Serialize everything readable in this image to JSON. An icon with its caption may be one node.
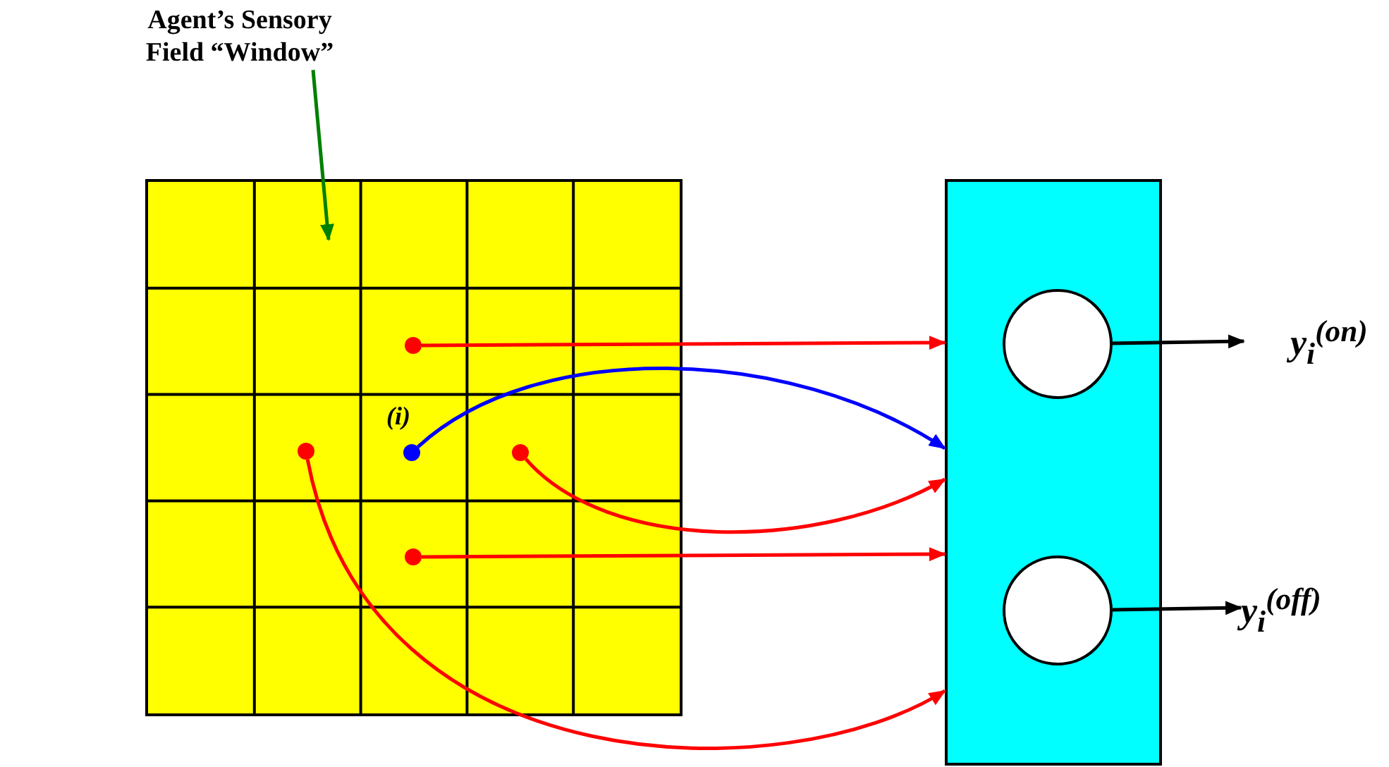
{
  "diagram": {
    "nodes": [
      {
        "text": [
          "Agent’s Sensory Field “Window”"
        ]
      },
      {
        "text": [],
        "shape": "box"
      },
      {
        "text": [],
        "shape": "circle",
        "in": 1
      },
      {
        "text": [],
        "shape": "circle",
        "in": 1
      },
      {
        "text": [],
        "shape": "circle",
        "in": 1,
        "beside": [
          "(i)"
        ]
      },
      {
        "text": [],
        "shape": "circle",
        "in": 1
      },
      {
        "text": [],
        "shape": "circle",
        "in": 1
      },
      {
        "text": [],
        "shape": "box"
      },
      {
        "text": [],
        "shape": "circle",
        "in": 7
      },
      {
        "text": [
          "y$_{i}$$^{(on)}$"
        ]
      },
      {
        "text": [],
        "shape": "circle",
        "in": 7
      },
      {
        "text": [
          "y$_{i}$$^{(off)}$"
        ]
      }
    ],
    "edges": [
      {
        "from": 0,
        "to": null,
        "arrow": "to",
        "color": "#008000"
      },
      {
        "from": 2,
        "to": 7,
        "arrow": "to",
        "color": "#ff0000"
      },
      {
        "from": 4,
        "to": 7,
        "arrow": "to",
        "color": "#0000ff"
      },
      {
        "from": 5,
        "to": 7,
        "arrow": "to",
        "color": "#ff0000"
      },
      {
        "from": 6,
        "to": 7,
        "arrow": "to",
        "color": "#ff0000"
      },
      {
        "from": 3,
        "to": 7,
        "arrow": "to",
        "color": "#ff0000"
      },
      {
        "from": 8,
        "to": 9,
        "arrow": "to",
        "color": "#000000"
      },
      {
        "from": 10,
        "to": 11,
        "arrow": "to",
        "color": "#000000"
      }
    ]
  }
}
